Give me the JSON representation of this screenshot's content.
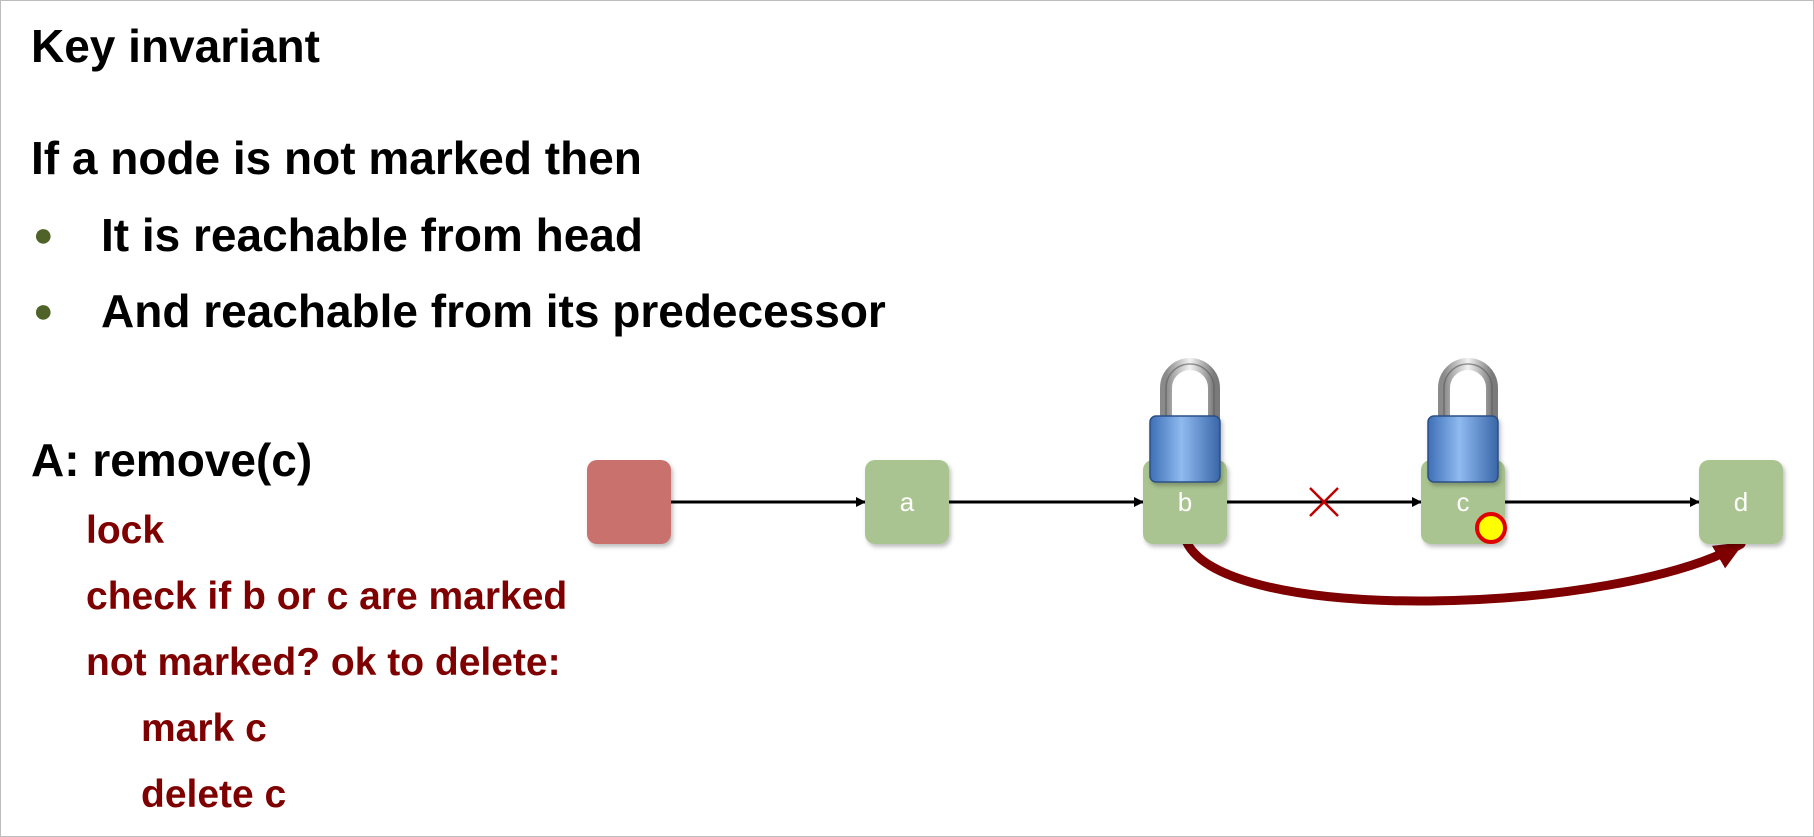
{
  "slide": {
    "title": "Key invariant",
    "lead": "If a node is not marked then",
    "bullets": [
      "It is reachable from head",
      "And reachable from its predecessor"
    ],
    "operation": "A: remove(c)",
    "code_lines": [
      {
        "text": "lock",
        "indent": 1
      },
      {
        "text": "check if b or c are marked",
        "indent": 1
      },
      {
        "text": "not marked? ok to delete:",
        "indent": 1
      },
      {
        "text": "mark c",
        "indent": 2
      },
      {
        "text": "delete c",
        "indent": 2
      }
    ]
  },
  "diagram": {
    "nodes": [
      {
        "id": "head",
        "label": "",
        "kind": "head",
        "locked": false,
        "marked": false
      },
      {
        "id": "a",
        "label": "a",
        "kind": "node",
        "locked": false,
        "marked": false
      },
      {
        "id": "b",
        "label": "b",
        "kind": "node",
        "locked": true,
        "marked": false
      },
      {
        "id": "c",
        "label": "c",
        "kind": "node",
        "locked": true,
        "marked": true
      },
      {
        "id": "d",
        "label": "d",
        "kind": "node",
        "locked": false,
        "marked": false
      }
    ],
    "links": [
      {
        "from": "head",
        "to": "a",
        "state": "normal"
      },
      {
        "from": "a",
        "to": "b",
        "state": "normal"
      },
      {
        "from": "b",
        "to": "c",
        "state": "crossed-out"
      },
      {
        "from": "c",
        "to": "d",
        "state": "normal"
      }
    ],
    "bypass": {
      "from": "b",
      "to": "d"
    },
    "colors": {
      "head_node": "#c8716d",
      "list_node": "#a9c490",
      "bypass_arrow": "#7f0000",
      "cross": "#c00000",
      "mark_dot": "#ffff00",
      "mark_ring": "#e00000",
      "bullet": "#4f6228",
      "code_text": "#7f0000",
      "lock_body": "#6f9fd8"
    },
    "icons": {
      "lock": "padlock-icon",
      "mark": "mark-dot-icon"
    }
  }
}
